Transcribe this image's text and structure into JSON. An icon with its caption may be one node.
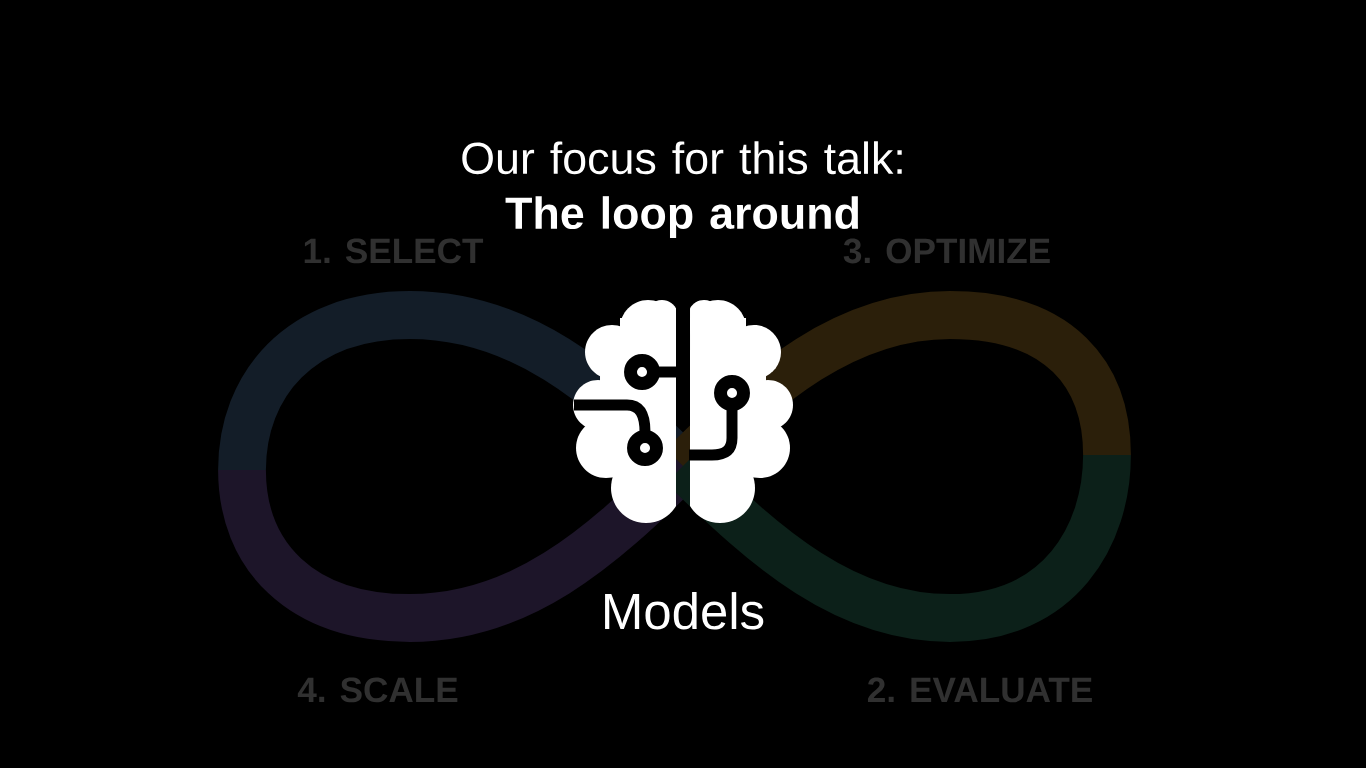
{
  "diagram": {
    "title": "Our focus for this talk: **The loop around**",
    "labels": [
      "1. SELECT",
      "3. OPTIMIZE",
      "Models",
      "4. SCALE",
      "2. EVALUATE"
    ]
  }
}
